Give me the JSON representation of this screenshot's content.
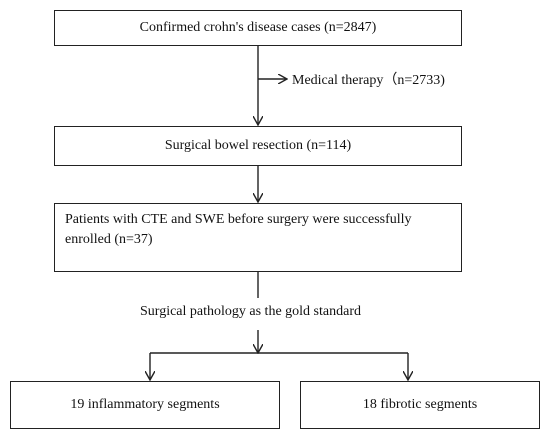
{
  "flow": {
    "box1": "Confirmed crohn's disease cases (n=2847)",
    "side_note": "Medical therapy（n=2733)",
    "box2": "Surgical bowel resection (n=114)",
    "box3": "Patients with CTE and SWE before surgery were successfully enrolled (n=37)",
    "split_label": "Surgical pathology as the gold standard",
    "box4_left": "19 inflammatory segments",
    "box4_right": "18 fibrotic segments"
  }
}
